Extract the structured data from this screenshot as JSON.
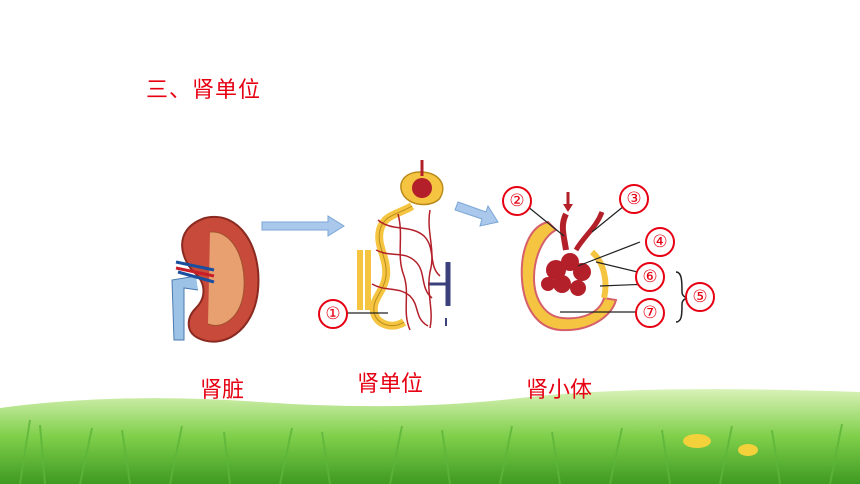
{
  "slide": {
    "title": "三、肾单位",
    "captions": {
      "kidney": "肾脏",
      "nephron": "肾单位",
      "renal_corpuscle": "肾小体"
    },
    "labels": {
      "n1": "①",
      "n2": "②",
      "n3": "③",
      "n4": "④",
      "n5": "⑤",
      "n6": "⑥",
      "n7": "⑦"
    }
  },
  "colors": {
    "text_red": "#e60012",
    "vessel_red": "#b3202a",
    "tubule_yellow": "#f5c542",
    "grass_green": "#6cc24a",
    "arrow_blue": "#a9c8ec"
  }
}
